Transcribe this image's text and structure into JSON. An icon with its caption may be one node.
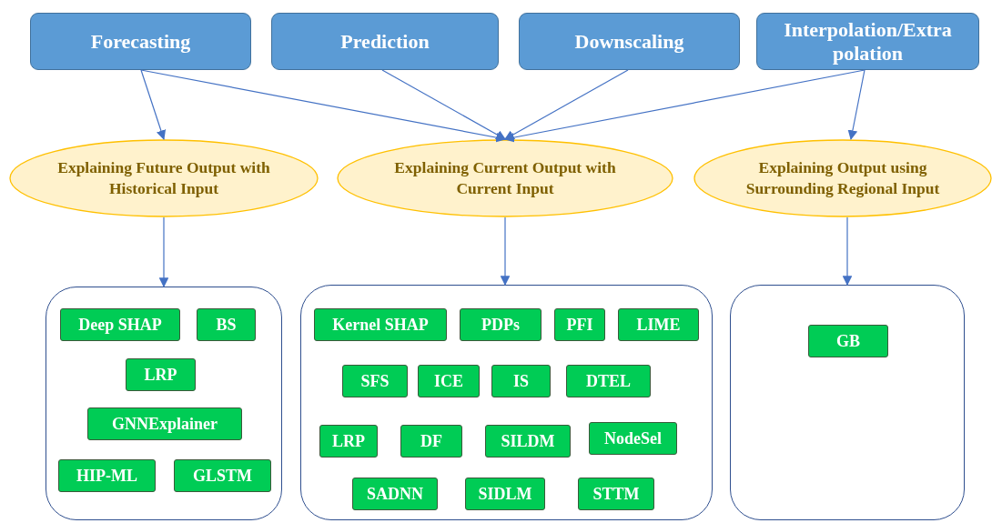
{
  "diagram": {
    "nodes": [
      {
        "text": [
          "Forecasting"
        ]
      },
      {
        "text": [
          "Prediction"
        ]
      },
      {
        "text": [
          "Downscaling"
        ]
      },
      {
        "text": [
          "Interpolation/Extra polation"
        ]
      },
      {
        "text": [
          "Explaining Future Output with Historical Input"
        ]
      },
      {
        "text": [
          "Explaining Current Output with Current Input"
        ]
      },
      {
        "text": [
          "Explaining Output using Surrounding Regional Input"
        ]
      },
      {
        "text": [],
        "shape": "box"
      },
      {
        "text": [],
        "shape": "box"
      },
      {
        "text": [],
        "shape": "box"
      },
      {
        "text": [
          "Deep SHAP"
        ],
        "in": 7
      },
      {
        "text": [
          "BS"
        ],
        "in": 7
      },
      {
        "text": [
          "LRP"
        ],
        "in": 7
      },
      {
        "text": [
          "GNNExplainer"
        ],
        "in": 7
      },
      {
        "text": [
          "HIP-ML"
        ],
        "in": 7
      },
      {
        "text": [
          "GLSTM"
        ],
        "in": 7
      },
      {
        "text": [
          "Kernel SHAP"
        ],
        "in": 8
      },
      {
        "text": [
          "PDPs"
        ],
        "in": 8
      },
      {
        "text": [
          "PFI"
        ],
        "in": 8
      },
      {
        "text": [
          "LIME"
        ],
        "in": 8
      },
      {
        "text": [
          "SFS"
        ],
        "in": 8
      },
      {
        "text": [
          "ICE"
        ],
        "in": 8
      },
      {
        "text": [
          "IS"
        ],
        "in": 8
      },
      {
        "text": [
          "DTEL"
        ],
        "in": 8
      },
      {
        "text": [
          "LRP"
        ],
        "in": 8
      },
      {
        "text": [
          "DF"
        ],
        "in": 8
      },
      {
        "text": [
          "SILDM"
        ],
        "in": 8
      },
      {
        "text": [
          "NodeSel"
        ],
        "in": 8
      },
      {
        "text": [
          "SADNN"
        ],
        "in": 8
      },
      {
        "text": [
          "SIDLM"
        ],
        "in": 8
      },
      {
        "text": [
          "STTM"
        ],
        "in": 8
      },
      {
        "text": [
          "GB"
        ],
        "in": 9
      }
    ],
    "edges": [
      {
        "from": 0,
        "to": 4,
        "arrow": "to"
      },
      {
        "from": 0,
        "to": 5,
        "arrow": "to"
      },
      {
        "from": 1,
        "to": 5,
        "arrow": "to"
      },
      {
        "from": 2,
        "to": 5,
        "arrow": "to"
      },
      {
        "from": 3,
        "to": 5,
        "arrow": "to"
      },
      {
        "from": 3,
        "to": 6,
        "arrow": "to"
      },
      {
        "from": 4,
        "to": 7,
        "arrow": "to"
      },
      {
        "from": 5,
        "to": 8,
        "arrow": "to"
      },
      {
        "from": 6,
        "to": 9,
        "arrow": "to"
      }
    ]
  }
}
